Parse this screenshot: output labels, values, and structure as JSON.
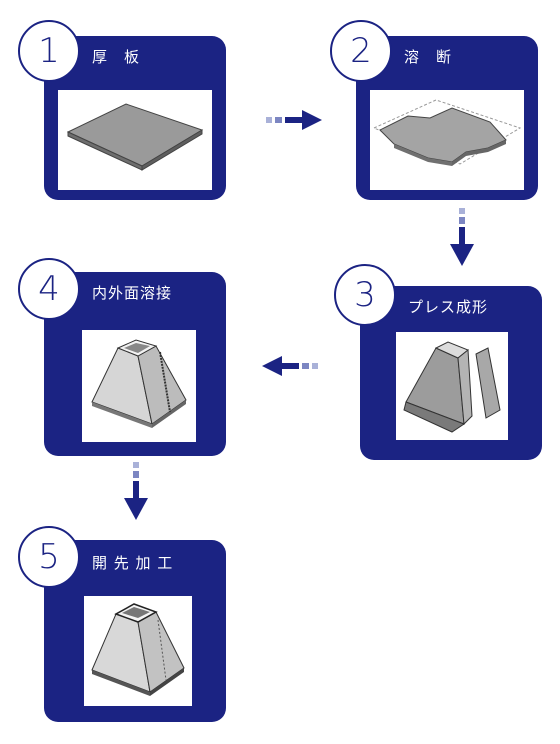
{
  "steps": [
    {
      "number": "1",
      "label": "厚　板"
    },
    {
      "number": "2",
      "label": "溶　断"
    },
    {
      "number": "3",
      "label": "プレス成形"
    },
    {
      "number": "4",
      "label": "内外面溶接"
    },
    {
      "number": "5",
      "label": "開 先 加 工"
    }
  ],
  "colors": {
    "accent": "#1b2383",
    "arrow_faded": "#a9b1d8"
  }
}
